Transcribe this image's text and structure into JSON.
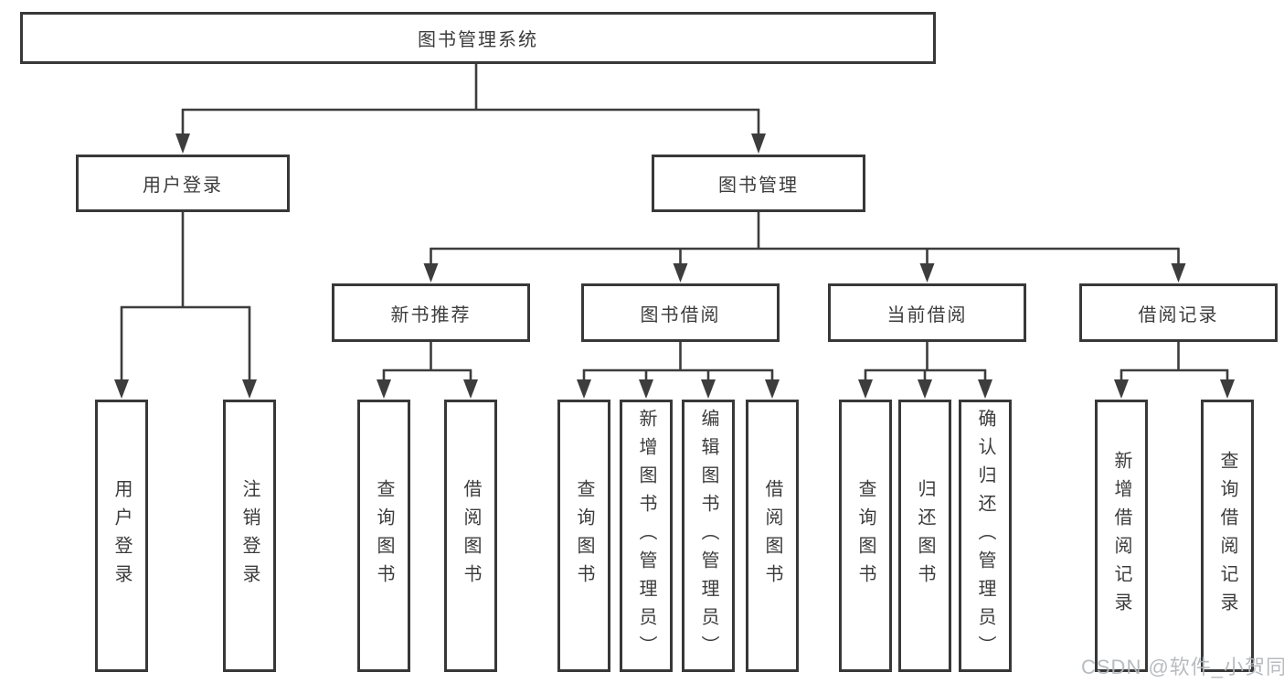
{
  "tree": {
    "root": "图书管理系统",
    "branches": [
      {
        "label": "用户登录",
        "children": [
          "用户登录",
          "注销登录"
        ]
      },
      {
        "label": "图书管理",
        "sections": [
          {
            "label": "新书推荐",
            "children": [
              "查询图书",
              "借阅图书"
            ]
          },
          {
            "label": "图书借阅",
            "children": [
              "查询图书",
              "新增图书（管理员）",
              "编辑图书（管理员）",
              "借阅图书"
            ]
          },
          {
            "label": "当前借阅",
            "children": [
              "查询图书",
              "归还图书",
              "确认归还（管理员）"
            ]
          },
          {
            "label": "借阅记录",
            "children": [
              "新增借阅记录",
              "查询借阅记录"
            ]
          }
        ]
      }
    ]
  },
  "watermark": "CSDN @软件_小贺同学",
  "colors": {
    "line": "#3d3d3d",
    "box_border": "#383838",
    "text": "#3c3c3c",
    "watermark": "#b2b6bb",
    "background": "#ffffff"
  }
}
